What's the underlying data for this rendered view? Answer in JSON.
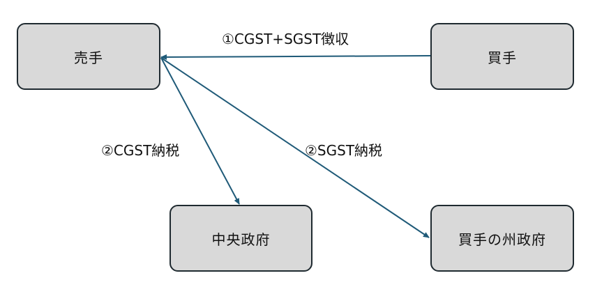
{
  "nodes": {
    "seller": "売手",
    "buyer": "買手",
    "central_gov": "中央政府",
    "buyer_state_gov": "買手の州政府"
  },
  "edges": {
    "collect": "①CGST+SGST徴収",
    "cgst_pay": "②CGST納税",
    "sgst_pay": "②SGST納税"
  },
  "colors": {
    "arrow": "#1f5a78",
    "node_fill": "#d9d9d9",
    "node_border": "#1f2a30"
  }
}
